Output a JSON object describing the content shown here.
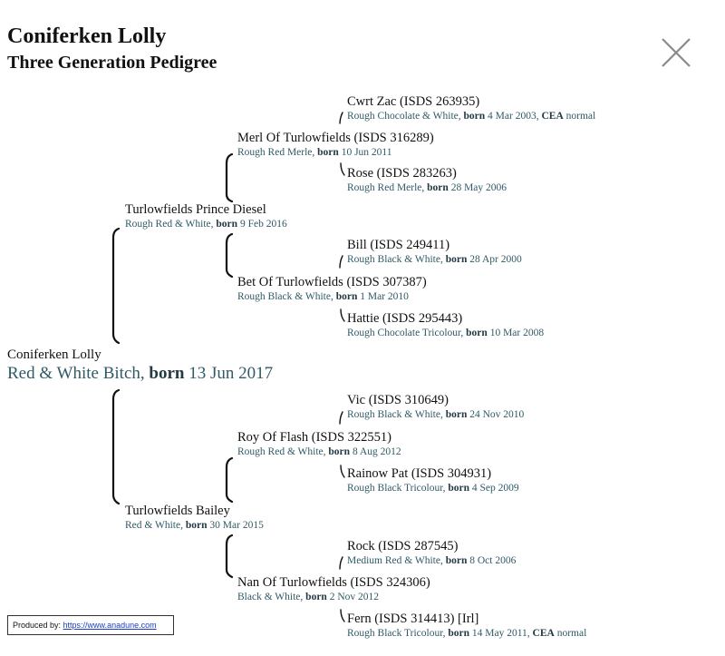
{
  "header": {
    "title": "Coniferken Lolly",
    "subtitle": "Three Generation Pedigree"
  },
  "pedigree": {
    "root": {
      "name": "Coniferken Lolly",
      "desc": "Red & White Bitch, ",
      "born_label": "born",
      "date": " 13 Jun 2017"
    },
    "sire": {
      "name": "Turlowfields Prince Diesel",
      "desc": "Rough Red & White, ",
      "born_label": "born",
      "date": " 9 Feb 2016"
    },
    "sire_sire": {
      "name": "Merl Of Turlowfields (ISDS 316289)",
      "desc": "Rough Red Merle, ",
      "born_label": "born",
      "date": " 10 Jun 2011"
    },
    "sire_sire_sire": {
      "name": "Cwrt Zac (ISDS 263935)",
      "desc": "Rough Chocolate & White, ",
      "born_label": "born",
      "date": " 4 Mar 2003, ",
      "extra_label": "CEA",
      "extra": " normal"
    },
    "sire_sire_dam": {
      "name": "Rose (ISDS 283263)",
      "desc": "Rough Red Merle, ",
      "born_label": "born",
      "date": " 28 May 2006"
    },
    "sire_dam": {
      "name": "Bet Of Turlowfields (ISDS 307387)",
      "desc": "Rough Black & White, ",
      "born_label": "born",
      "date": " 1 Mar 2010"
    },
    "sire_dam_sire": {
      "name": "Bill (ISDS 249411)",
      "desc": "Rough Black & White, ",
      "born_label": "born",
      "date": " 28 Apr 2000"
    },
    "sire_dam_dam": {
      "name": "Hattie (ISDS 295443)",
      "desc": "Rough Chocolate Tricolour, ",
      "born_label": "born",
      "date": " 10 Mar 2008"
    },
    "dam": {
      "name": "Turlowfields Bailey",
      "desc": "Red & White, ",
      "born_label": "born",
      "date": " 30 Mar 2015"
    },
    "dam_sire": {
      "name": "Roy Of Flash (ISDS 322551)",
      "desc": "Rough Red & White, ",
      "born_label": "born",
      "date": " 8 Aug 2012"
    },
    "dam_sire_sire": {
      "name": "Vic (ISDS 310649)",
      "desc": "Rough Black & White, ",
      "born_label": "born",
      "date": " 24 Nov 2010"
    },
    "dam_sire_dam": {
      "name": "Rainow Pat (ISDS 304931)",
      "desc": "Rough Black Tricolour, ",
      "born_label": "born",
      "date": " 4 Sep 2009"
    },
    "dam_dam": {
      "name": "Nan Of Turlowfields (ISDS 324306)",
      "desc": "Black & White, ",
      "born_label": "born",
      "date": " 2 Nov 2012"
    },
    "dam_dam_sire": {
      "name": "Rock (ISDS 287545)",
      "desc": "Medium Red & White, ",
      "born_label": "born",
      "date": " 8 Oct 2006"
    },
    "dam_dam_dam": {
      "name": "Fern (ISDS 314413) [Irl]",
      "desc": "Rough Black Tricolour, ",
      "born_label": "born",
      "date": " 14 May 2011, ",
      "extra_label": "CEA",
      "extra": " normal"
    }
  },
  "footer": {
    "label": "Produced by: ",
    "link": "https://www.anadune.com"
  },
  "colors": {
    "info_text": "#2f5a66",
    "bracket": "#111111",
    "link": "#1a3ec0"
  },
  "icons": {
    "close": "close-x-icon"
  }
}
